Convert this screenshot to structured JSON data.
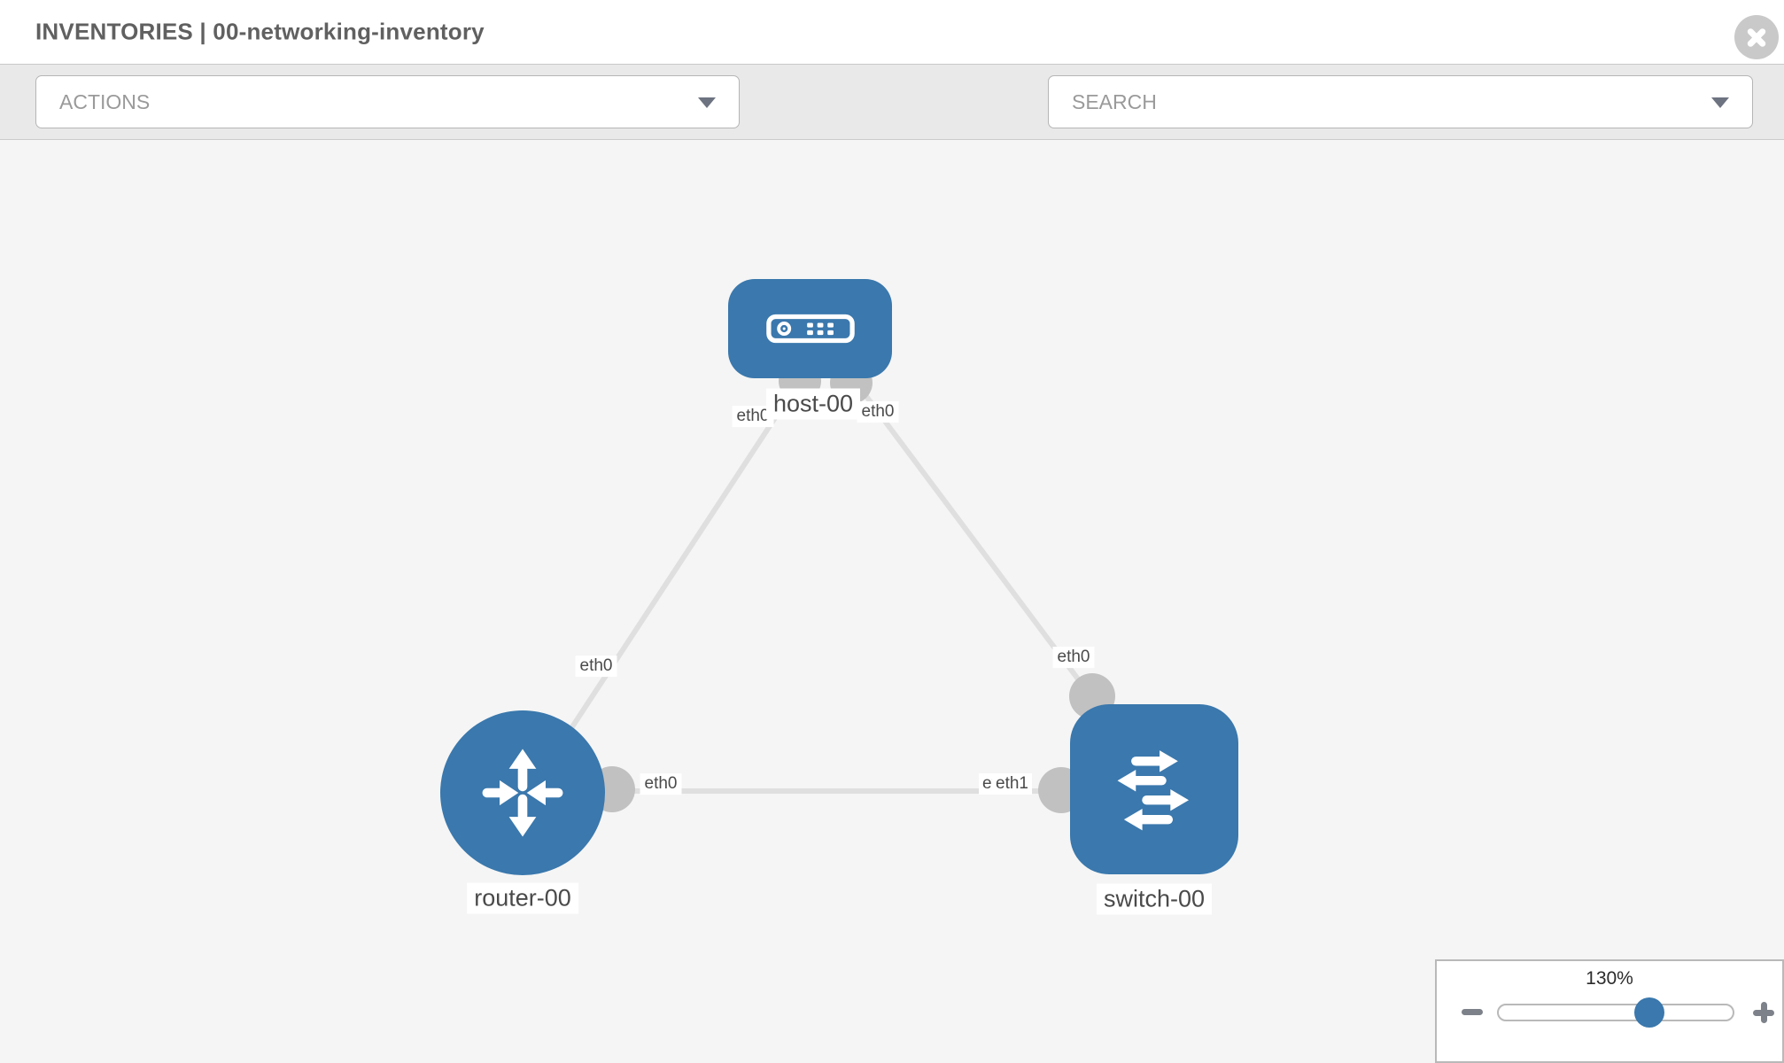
{
  "header": {
    "title": "INVENTORIES | 00-networking-inventory"
  },
  "toolbar": {
    "actions_placeholder": "ACTIONS",
    "search_placeholder": "SEARCH",
    "icons": [
      "wrench-icon",
      "key-icon"
    ]
  },
  "topology": {
    "nodes": [
      {
        "name": "host-00",
        "type": "host"
      },
      {
        "name": "router-00",
        "type": "router"
      },
      {
        "name": "switch-00",
        "type": "switch"
      }
    ],
    "links": [
      {
        "source": "host-00",
        "source_interface": "eth0",
        "target": "router-00",
        "target_interface": "eth0"
      },
      {
        "source": "host-00",
        "source_interface": "eth0",
        "target": "switch-00",
        "target_interface": "eth0"
      },
      {
        "source": "router-00",
        "source_interface": "eth0",
        "target": "switch-00",
        "target_interface": "eth1"
      }
    ],
    "interface_labels": {
      "host_to_router": "eth0",
      "host_to_switch": "eth0",
      "router_to_host": "eth0",
      "switch_to_host": "eth0",
      "router_to_switch": "eth0",
      "switch_to_router_a": "eth0",
      "switch_to_router_b": "eth1"
    }
  },
  "zoom_control": {
    "percent": "130%"
  },
  "colors": {
    "node_blue": "#3a78ad",
    "link_gray": "#dfdfdf",
    "port_gray": "#c1c1c1",
    "toolbar_bg": "#e9e9e9",
    "canvas_bg": "#f5f5f5"
  }
}
